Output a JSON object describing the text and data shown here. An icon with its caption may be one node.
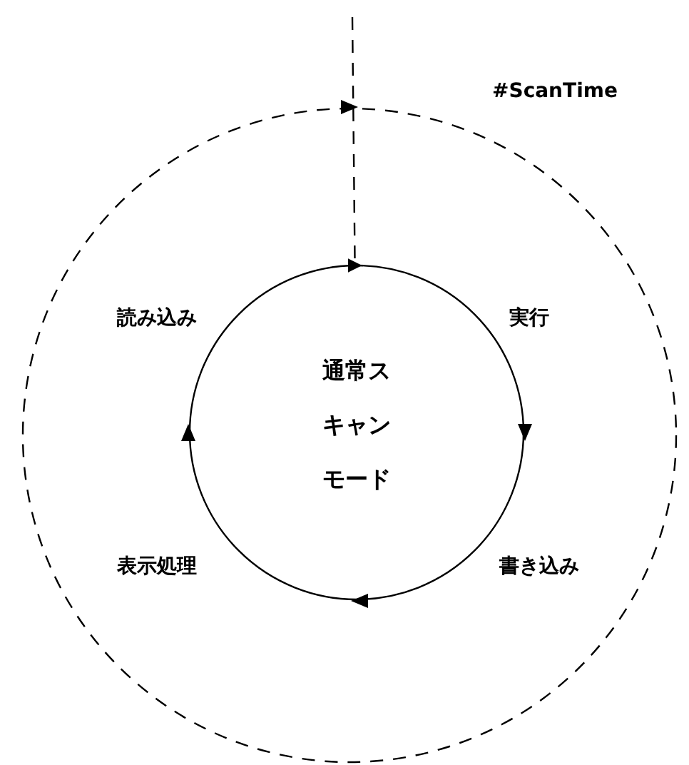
{
  "diagram": {
    "nodes": [
      {
        "text": [],
        "shape": "circle"
      },
      {
        "text": [
          "通常スキャンモード"
        ],
        "in": 0
      }
    ],
    "edges": [
      {
        "from": null,
        "to": 1,
        "arrow": "to",
        "style": "dashed"
      }
    ],
    "labels": [
      "#ScanTime",
      "読み込み",
      "実行",
      "表示処理",
      "書き込み"
    ]
  }
}
